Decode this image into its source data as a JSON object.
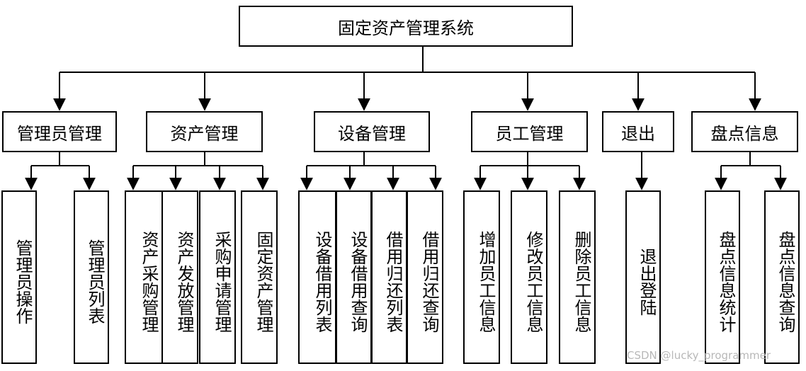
{
  "root": {
    "label": "固定资产管理系统"
  },
  "sections": [
    {
      "label": "管理员管理",
      "children": [
        "管理员操作",
        "管理员列表"
      ]
    },
    {
      "label": "资产管理",
      "children": [
        "资产采购管理",
        "资产发放管理",
        "采购申请管理",
        "固定资产管理"
      ]
    },
    {
      "label": "设备管理",
      "children": [
        "设备借用列表",
        "设备借用查询",
        "借用归还列表",
        "借用归还查询"
      ]
    },
    {
      "label": "员工管理",
      "children": [
        "增加员工信息",
        "修改员工信息",
        "删除员工信息"
      ]
    },
    {
      "label": "退出",
      "children": [
        "退出登陆"
      ]
    },
    {
      "label": "盘点信息",
      "children": [
        "盘点信息统计",
        "盘点信息查询"
      ]
    }
  ],
  "watermark": "CSDN @lucky_programmer"
}
